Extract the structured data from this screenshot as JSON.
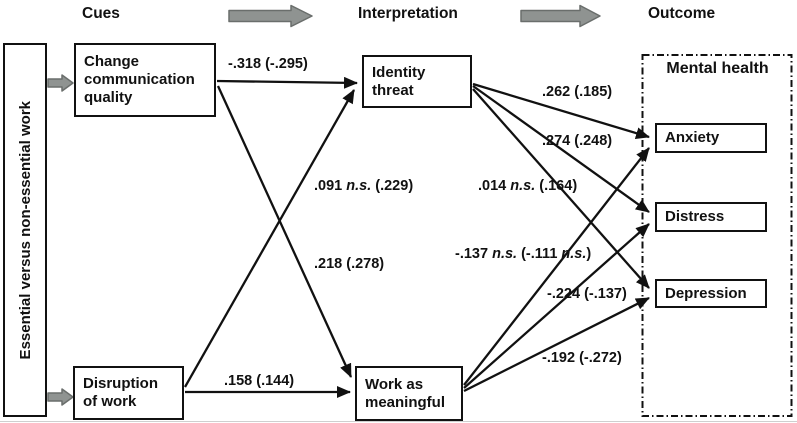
{
  "colors": {
    "background": "#ffffff",
    "line": "#111111",
    "box_border": "#111111",
    "flow_arrow_fill": "#8f9391",
    "flow_arrow_border": "#6a6e6c"
  },
  "header": {
    "steps": [
      {
        "label": "Cues"
      },
      {
        "label": "Interpretation"
      },
      {
        "label": "Outcome"
      }
    ]
  },
  "antecedent": {
    "label": "Essential versus non-essential work"
  },
  "cues": [
    {
      "id": "change_communication_quality",
      "label": "Change communication quality"
    },
    {
      "id": "disruption_of_work",
      "label": "Disruption of work"
    }
  ],
  "interpretation": [
    {
      "id": "identity_threat",
      "label": "Identity threat"
    },
    {
      "id": "work_as_meaningful",
      "label": "Work as meaningful"
    }
  ],
  "outcome": {
    "title": "Mental health",
    "items": [
      {
        "id": "anxiety",
        "label": "Anxiety"
      },
      {
        "id": "distress",
        "label": "Distress"
      },
      {
        "id": "depression",
        "label": "Depression"
      }
    ]
  },
  "paths": [
    {
      "from": "change_communication_quality",
      "to": "identity_threat",
      "label": "-.318 (-.295)"
    },
    {
      "from": "disruption_of_work",
      "to": "identity_threat",
      "label": ".091 n.s. (.229)"
    },
    {
      "from": "change_communication_quality",
      "to": "work_as_meaningful",
      "label": ".218 (.278)"
    },
    {
      "from": "disruption_of_work",
      "to": "work_as_meaningful",
      "label": ".158 (.144)"
    },
    {
      "from": "identity_threat",
      "to": "anxiety",
      "label": ".262 (.185)"
    },
    {
      "from": "identity_threat",
      "to": "distress",
      "label": ".274 (.248)"
    },
    {
      "from": "identity_threat",
      "to": "depression",
      "label": ".014 n.s. (.164)"
    },
    {
      "from": "work_as_meaningful",
      "to": "anxiety",
      "label": "-.137 n.s. (-.111 n.s.)"
    },
    {
      "from": "work_as_meaningful",
      "to": "distress",
      "label": "-.224 (-.137)"
    },
    {
      "from": "work_as_meaningful",
      "to": "depression",
      "label": "-.192 (-.272)"
    }
  ]
}
